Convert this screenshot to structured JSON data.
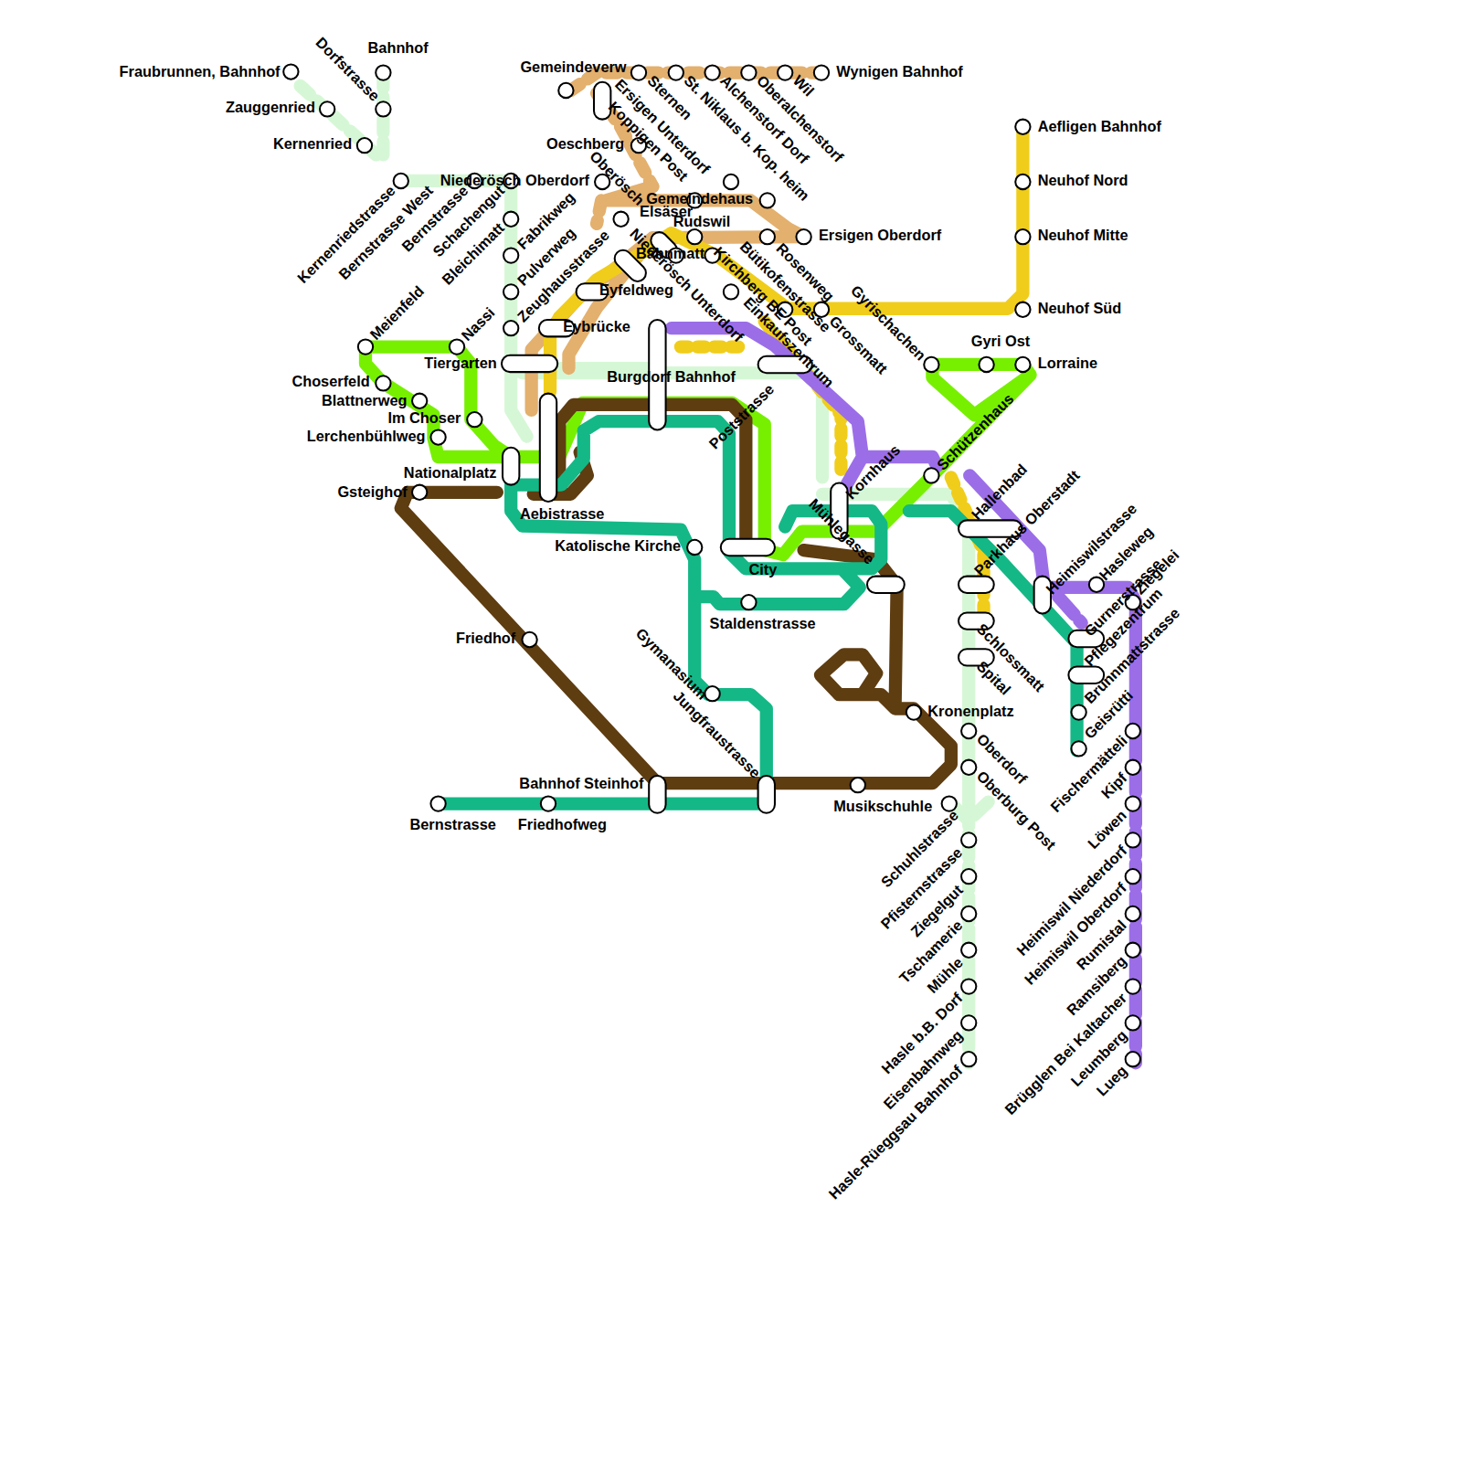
{
  "diagram": {
    "labels": [
      "Fraubrunnen, Bahnhof",
      "Bahnhof",
      "Dorfstrasse",
      "Zauggenried",
      "Kernenried",
      "Kernenriedstrasse",
      "Bernstrasse West",
      "Bernstrasse",
      "Schachengut",
      "Niederösch Oberdorf",
      "Bleichimatt",
      "Fabrikweg",
      "Pulverweg",
      "Zeughausstrasse",
      "Meienfeld",
      "Nassi",
      "Tiergarten",
      "Choserfeld",
      "Blattnerweg",
      "Im Choser",
      "Lerchenbühlweg",
      "Nationalplatz",
      "Gsteighof",
      "Aebistrasse",
      "Katolische Kirche",
      "Friedhof",
      "Gymanasium",
      "Jungfraustrasse",
      "Staldenstrasse",
      "City",
      "Bahnhof Steinhof",
      "Bernstrasse",
      "Friedhofweg",
      "Musikschuhle",
      "Kronenplatz",
      "Burgdorf Bahnhof",
      "Eybrücke",
      "Eyfeldweg",
      "Poststrasse",
      "Gemeindeverw",
      "Sternen",
      "St. Niklaus b. Kop. heim",
      "Alchenstorf Dorf",
      "Oberalchenstorf",
      "Wil",
      "Wynigen Bahnhof",
      "Ersigen Unterdorf",
      "Koppigen Post",
      "Oeschberg",
      "Oberösch",
      "Gemeindehaus",
      "Elsäser",
      "Rudswil",
      "Bahnmatt",
      "Niederösch Unterdorf",
      "Kirchberg BE Post",
      "Bütikofenstrasse",
      "Rosenweg",
      "Ersigen Oberdorf",
      "Einkaufszentrum",
      "Grossmatt",
      "Gyrischachen",
      "Aefligen Bahnhof",
      "Neuhof Nord",
      "Neuhof Mitte",
      "Neuhof Süd",
      "Gyri Ost",
      "Lorraine",
      "Schützenhaus",
      "Kornhaus",
      "Mühlegasse",
      "Hallenbad",
      "Parkhaus Oberstadt",
      "Heimiswilstrasse",
      "Hasleweg",
      "Gurnerstrasse",
      "Ziegelei",
      "Pflegezentrum",
      "Brunnmattstrasse",
      "Geisrütti",
      "Schlossmatt",
      "Spital",
      "Oberdorf",
      "Oberburg Post",
      "Schuhlstrasse",
      "Pfisternstrasse",
      "Ziegelgut",
      "Tschamerie",
      "Mühle",
      "Hasle b.B. Dorf",
      "Eisenbahnweg",
      "Hasle-Rüeggsau Bahnhof",
      "Fischermätteli",
      "Kipf",
      "Löwen",
      "Heimiswil Niederdorf",
      "Heimiswil Oberdorf",
      "Rumistal",
      "Ramsiberg",
      "Brügglen Bei Kaltacher",
      "Leumberg",
      "Lueg"
    ]
  }
}
